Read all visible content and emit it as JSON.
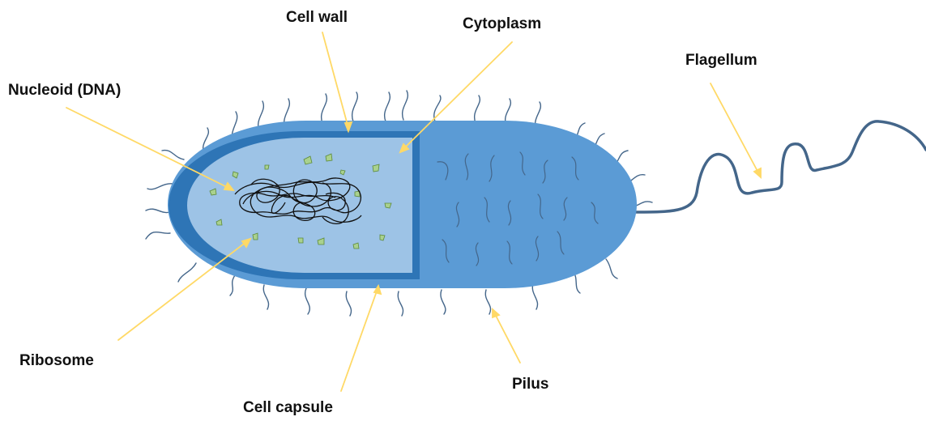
{
  "labels": {
    "cell_wall": "Cell wall",
    "cytoplasm": "Cytoplasm",
    "flagellum": "Flagellum",
    "nucleoid": "Nucleoid (DNA)",
    "ribosome": "Ribosome",
    "pilus": "Pilus",
    "cell_capsule": "Cell capsule"
  },
  "colors": {
    "capsule": "#5b9bd5",
    "cell_wall": "#2e75b6",
    "cytoplasm": "#9dc3e6",
    "ribosome": "#a9d18e",
    "leader": "#ffd966",
    "dna": "#111111",
    "pilus": "#44668a",
    "flagellum": "#44668a"
  }
}
